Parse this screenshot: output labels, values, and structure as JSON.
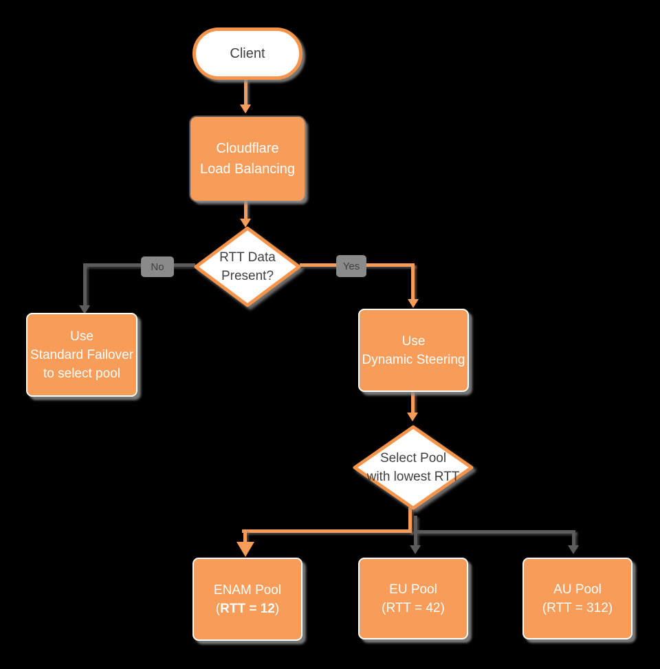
{
  "colors": {
    "background": "#000000",
    "node_fill_orange": "#F89C59",
    "shape_border_orange": "#F5944A",
    "node_text_white": "#FFFFFF",
    "decision_text_dark": "#3F3F3F",
    "edge_gray": "#5C5C5C",
    "edge_label_bg": "#8A8A8A",
    "shadow_gray": "#8C8C8C"
  },
  "nodes": {
    "client": {
      "label": "Client"
    },
    "cloudflare_lb": {
      "line1": "Cloudflare",
      "line2": "Load Balancing"
    },
    "rtt_decision": {
      "line1": "RTT Data",
      "line2": "Present?"
    },
    "standard_failover": {
      "line1": "Use",
      "line2": "Standard Failover",
      "line3": "to select pool"
    },
    "dynamic_steering": {
      "line1": "Use",
      "line2": "Dynamic Steering"
    },
    "select_pool": {
      "line1": "Select Pool",
      "line2": "with lowest RTT"
    },
    "enam_pool": {
      "line1": "ENAM Pool",
      "line2_open": "(",
      "line2_bold": "RTT = 12",
      "line2_close": ")"
    },
    "eu_pool": {
      "line1": "EU Pool",
      "line2": "(RTT = 42)"
    },
    "au_pool": {
      "line1": "AU Pool",
      "line2": "(RTT = 312)"
    }
  },
  "edges": {
    "no_label": "No",
    "yes_label": "Yes"
  }
}
